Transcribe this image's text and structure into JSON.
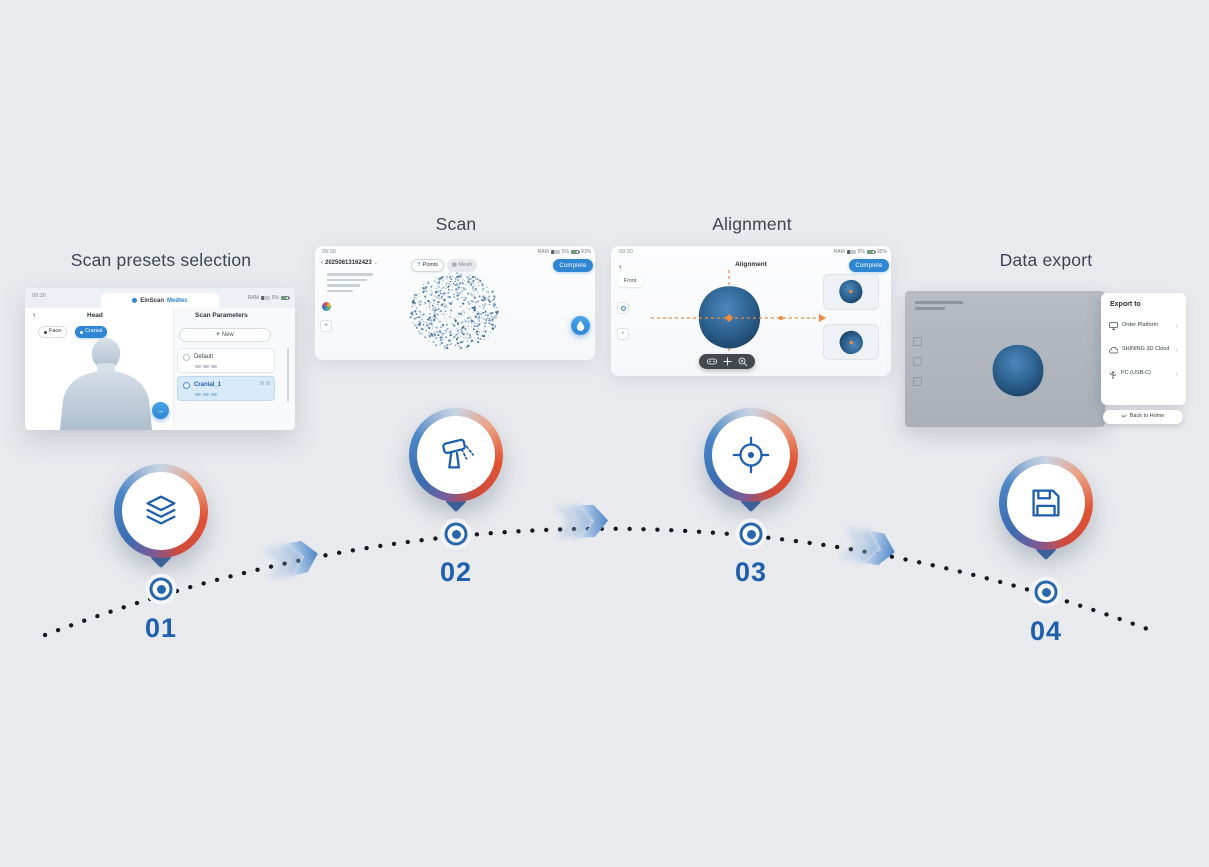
{
  "page": {
    "background": "#e8eaee"
  },
  "workflow": {
    "accent_blue": "#1e5fae",
    "ring_red": "#e05233",
    "ring_blue": "#3a6db1",
    "steps": [
      {
        "number": "01",
        "label": "Scan presets selection",
        "icon": "layers-icon"
      },
      {
        "number": "02",
        "label": "Scan",
        "icon": "scanner-icon"
      },
      {
        "number": "03",
        "label": "Alignment",
        "icon": "crosshair-icon"
      },
      {
        "number": "04",
        "label": "Data export",
        "icon": "save-icon"
      }
    ]
  },
  "icons": {
    "plus": "+",
    "back": "‹",
    "next_arrow": "→",
    "chevron_right": "›",
    "return_arrow": "↩",
    "dropdown": "⌄",
    "points_glyph": "⠿",
    "mesh_glyph": "▦"
  },
  "screen_presets": {
    "time": "09:30",
    "brand_gray": "EinScan",
    "brand_blue": "Medtec",
    "tab_head": "Head",
    "panel_title": "Scan Parameters",
    "ram_label": "RAM",
    "ram_value": "5%",
    "toggle_face": "Face",
    "toggle_cranial": "Cranial",
    "new_button": "New",
    "presets": [
      {
        "name": "Default"
      },
      {
        "name": "Cranial_1"
      }
    ]
  },
  "screen_scan": {
    "time": "09:30",
    "project_name": "20250813162423",
    "toggle_points": "Points",
    "toggle_mesh": "Mesh",
    "complete_button": "Complete",
    "ram_label": "RAM",
    "ram_value": "5%",
    "battery_value": "91%"
  },
  "screen_alignment": {
    "time": "09:30",
    "title": "Alignment",
    "view_label": "Front",
    "complete_button": "Complete",
    "ram_label": "RAM",
    "ram_value": "5%",
    "battery_value": "95%"
  },
  "screen_export": {
    "panel_title": "Export to",
    "options": [
      {
        "label": "Order Platform",
        "icon": "monitor-icon"
      },
      {
        "label": "SHINING 3D Cloud",
        "icon": "cloud-icon"
      },
      {
        "label": "PC (USB-C)",
        "icon": "usb-icon"
      }
    ],
    "back_button": "Back to Home"
  }
}
